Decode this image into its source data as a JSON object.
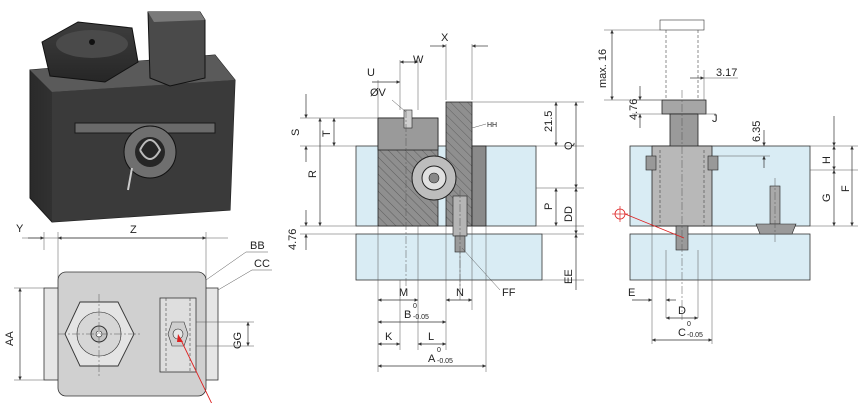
{
  "labels": {
    "y": "Y",
    "z": "Z",
    "bb": "BB",
    "cc": "CC",
    "aa": "AA",
    "gg": "GG",
    "x": "X",
    "w": "W",
    "u": "U",
    "ov": "ØV",
    "s": "S",
    "t": "T",
    "r": "R",
    "h476a": "4.76",
    "hh": "HH",
    "d215": "21.5",
    "q": "Q",
    "p": "P",
    "dd": "DD",
    "ee": "EE",
    "m": "M",
    "n": "N",
    "ff": "FF",
    "b": "B",
    "tol": "0",
    "tolb": "-0.05",
    "k": "K",
    "l": "L",
    "a": "A",
    "max16": "max. 16",
    "d317": "3.17",
    "h476b": "4.76",
    "j": "J",
    "d635": "6.35",
    "h": "H",
    "g": "G",
    "f": "F",
    "e": "E",
    "d": "D",
    "c": "C"
  }
}
